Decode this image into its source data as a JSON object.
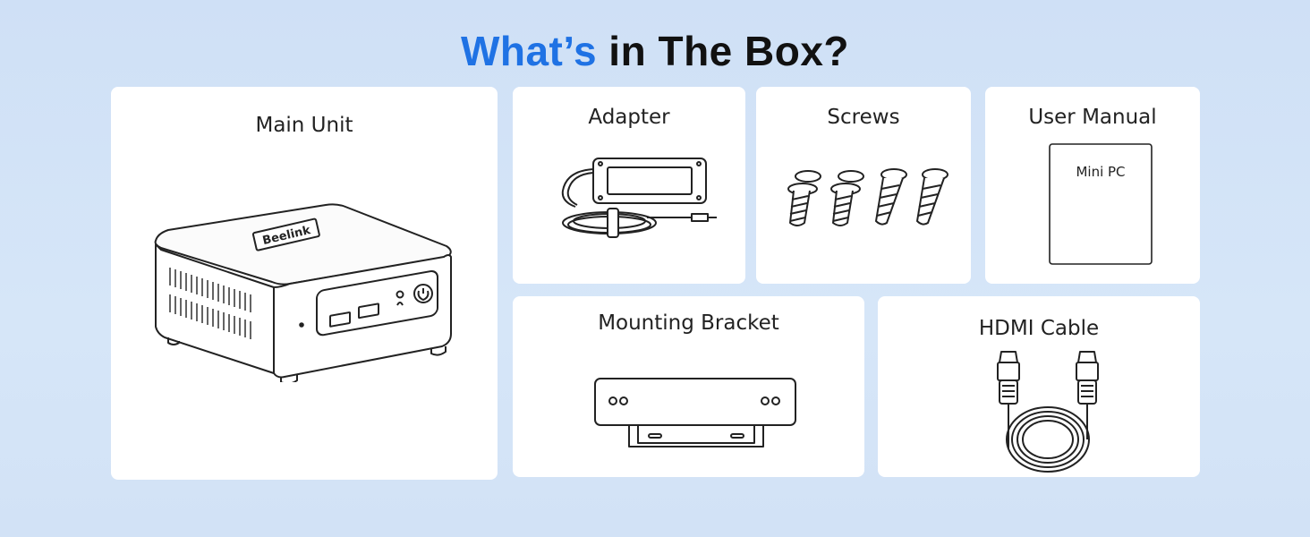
{
  "header": {
    "title_accent": "What’s",
    "title_rest": " in The Box?"
  },
  "colors": {
    "accent": "#1f72e4",
    "background": "#d2e2f6",
    "card": "#ffffff"
  },
  "items": [
    {
      "label": "Main Unit",
      "icon": "mini-pc-icon",
      "brand": "Beelink"
    },
    {
      "label": "Adapter",
      "icon": "power-adapter-icon"
    },
    {
      "label": "Screws",
      "icon": "screws-icon"
    },
    {
      "label": "User Manual",
      "icon": "manual-booklet-icon",
      "cover_text": "Mini PC"
    },
    {
      "label": "Mounting Bracket",
      "icon": "mounting-bracket-icon"
    },
    {
      "label": "HDMI Cable",
      "icon": "hdmi-cable-icon"
    }
  ]
}
